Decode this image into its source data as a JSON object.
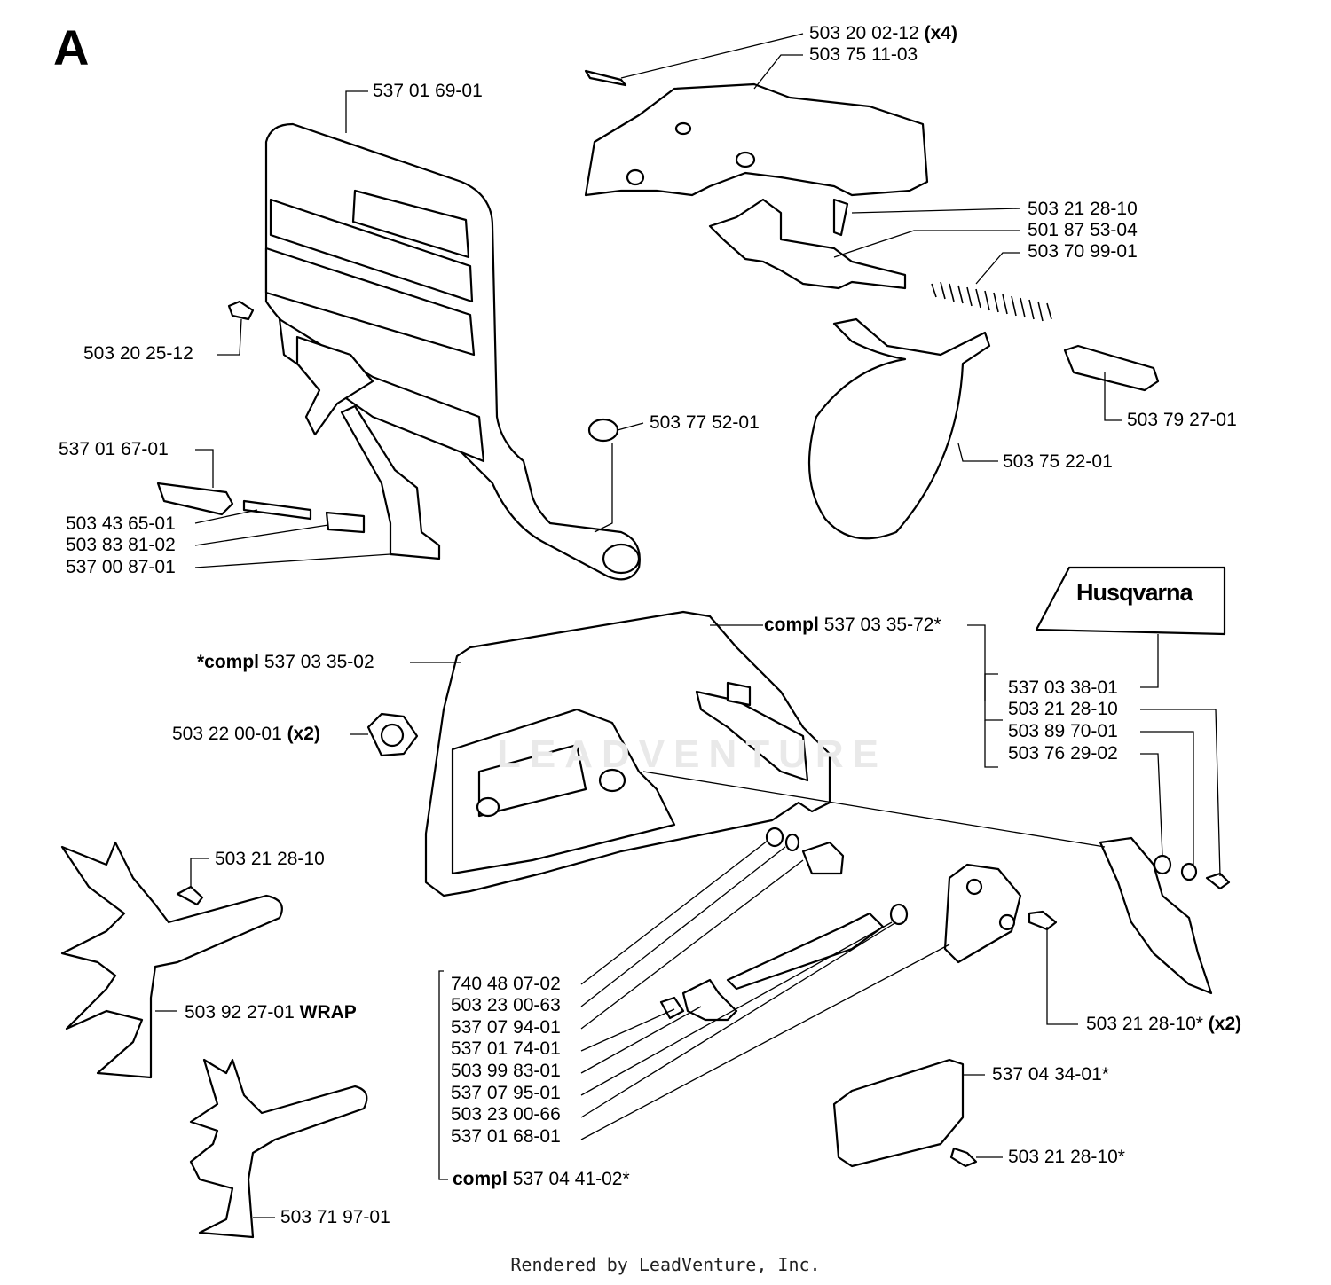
{
  "section_letter": "A",
  "brand_logo": "Husqvarna",
  "watermark": "LEADVENTURE",
  "credit": "Rendered by LeadVenture, Inc.",
  "labels": {
    "p503200212": "503 20 02-12",
    "p503200212_qty": "(x4)",
    "p503751103": "503 75 11-03",
    "p537016901": "537 01 69-01",
    "p503212810_a": "503 21 28-10",
    "p501875304": "501 87 53-04",
    "p503709901": "503 70 99-01",
    "p503202512": "503 20 25-12",
    "p503775201": "503 77 52-01",
    "p503792701": "503 79 27-01",
    "p537016701": "537 01 67-01",
    "p503752201": "503 75 22-01",
    "p503436501": "503 43 65-01",
    "p503838102": "503 83 81-02",
    "p537008701": "537 00 87-01",
    "compl_3572_prefix": "compl",
    "compl_3572": "537 03 35-72*",
    "compl_3502_prefix": "*compl",
    "compl_3502": "537 03 35-02",
    "p503220001": "503 22 00-01",
    "p503220001_qty": "(x2)",
    "p537033801": "537 03 38-01",
    "p503212810_b": "503 21 28-10",
    "p503897001": "503 89 70-01",
    "p503762902": "503 76 29-02",
    "p503212810_c": "503 21 28-10",
    "p503922701": "503 92 27-01",
    "p503922701_suffix": "WRAP",
    "p740480702": "740 48 07-02",
    "p503230063": "503 23 00-63",
    "p537079401": "537 07 94-01",
    "p537017401": "537 01 74-01",
    "p503998301": "503 99 83-01",
    "p537079501": "537 07 95-01",
    "p503230066": "503 23 00-66",
    "p537016801": "537 01 68-01",
    "compl_4102_prefix": "compl",
    "compl_4102": "537 04 41-02*",
    "p503212810x2": "503 21 28-10*",
    "p503212810x2_qty": "(x2)",
    "p537043401": "537 04 34-01*",
    "p503212810_d": "503 21 28-10*",
    "p503719701": "503 71 97-01"
  }
}
